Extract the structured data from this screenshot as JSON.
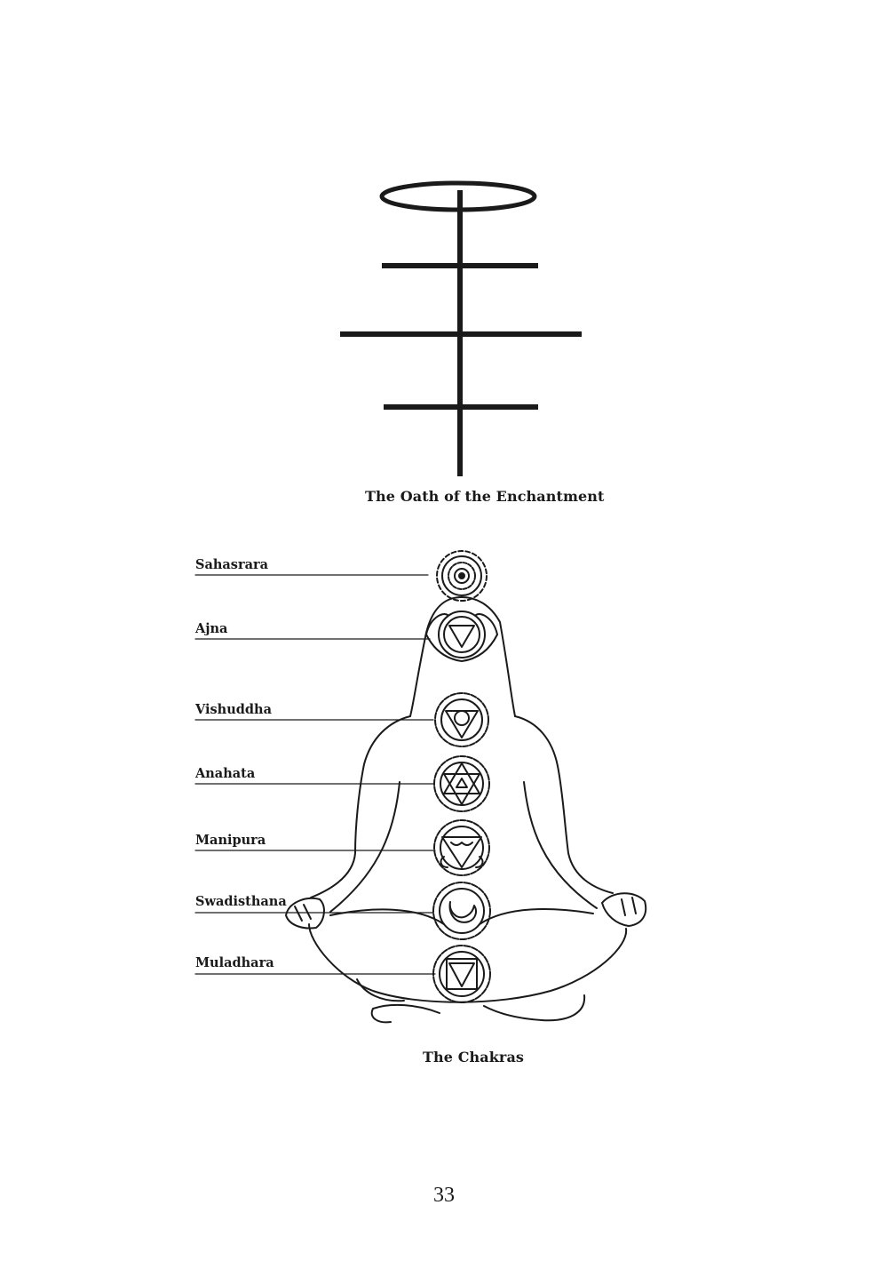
{
  "figure1": {
    "caption": "The Oath of the Enchantment"
  },
  "figure2": {
    "caption": "The Chakras",
    "chakras": [
      "Sahasrara",
      "Ajna",
      "Vishuddha",
      "Anahata",
      "Manipura",
      "Swadisthana",
      "Muladhara"
    ]
  },
  "page_number": "33"
}
